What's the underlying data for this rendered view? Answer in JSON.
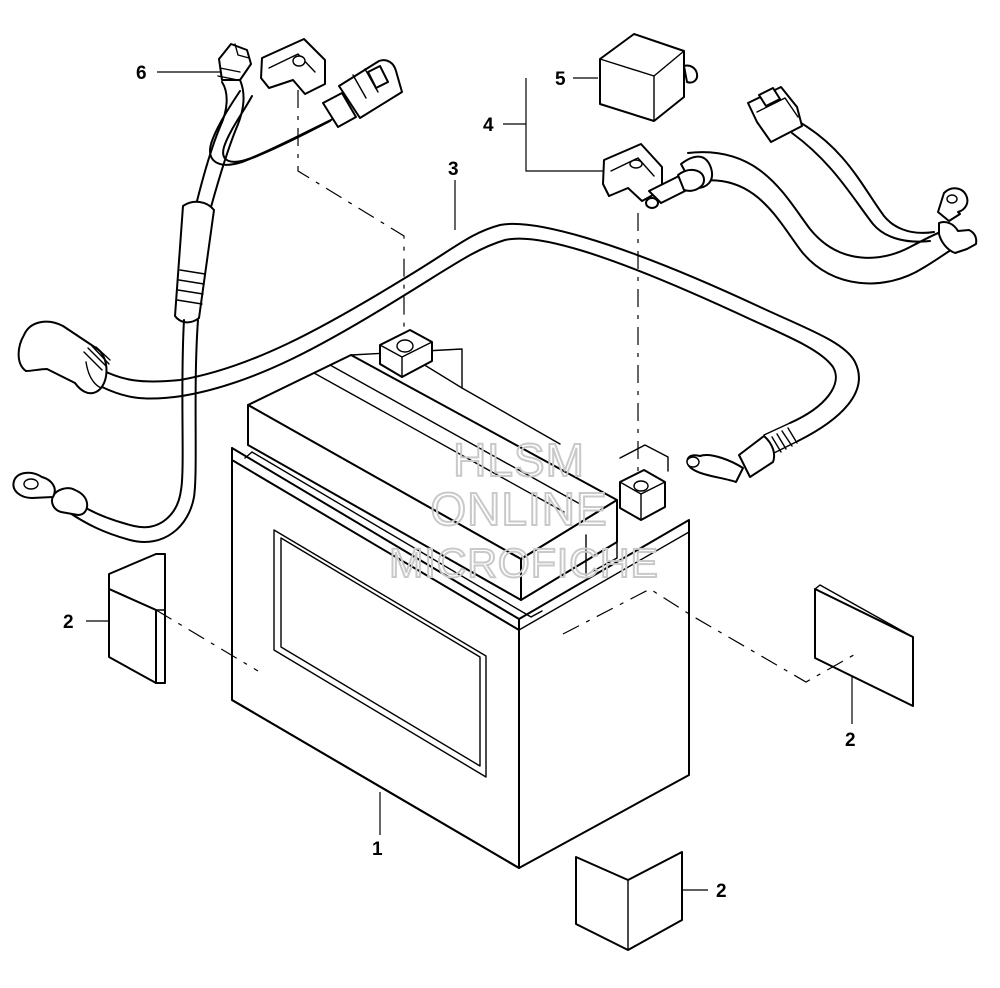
{
  "callouts": {
    "battery": "1",
    "terminal_pad_left": "2",
    "terminal_pad_right": "2",
    "terminal_pad_bottom": "2",
    "wire_lead": "3",
    "harness_bracket_set": "4",
    "terminal_cover": "5",
    "harness_strap": "6"
  },
  "watermark": {
    "line1": "HLSM",
    "line2": "ONLINE",
    "line3": "MICROFICHE"
  },
  "colors": {
    "ink": "#000000",
    "paper": "#ffffff",
    "watermark": "#c9c9c9"
  }
}
